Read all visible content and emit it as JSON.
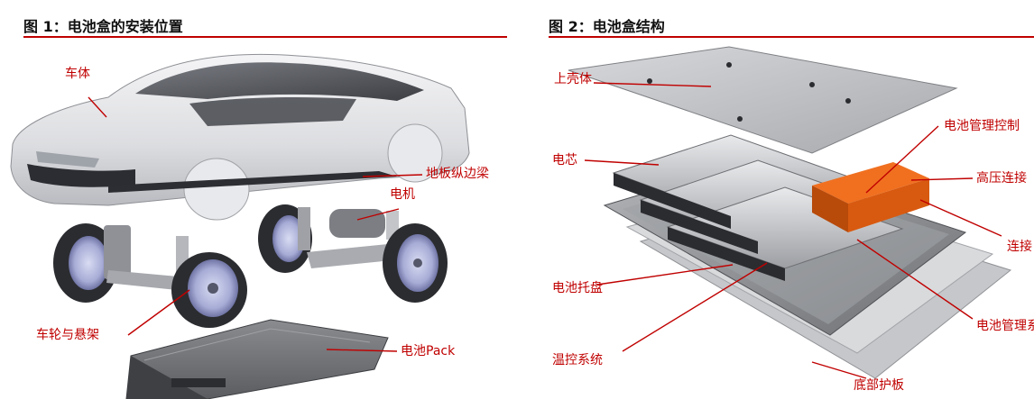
{
  "left": {
    "title": "图 1：电池盒的安装位置",
    "labels": {
      "body": "车体",
      "rail": "地板纵边梁",
      "motor": "电机",
      "wheel": "车轮与悬架",
      "pack": "电池Pack"
    }
  },
  "right": {
    "title": "图 2：电池盒结构",
    "labels": {
      "upper_shell": "上壳体",
      "cell": "电芯",
      "bms_ctrl": "电池管理控制",
      "hv_conn": "高压连接",
      "conn": "连接",
      "tray": "电池托盘",
      "bms_sys": "电池管理系",
      "thermal": "温控系统",
      "guard": "底部护板"
    }
  },
  "colors": {
    "accent": "#c00000"
  }
}
